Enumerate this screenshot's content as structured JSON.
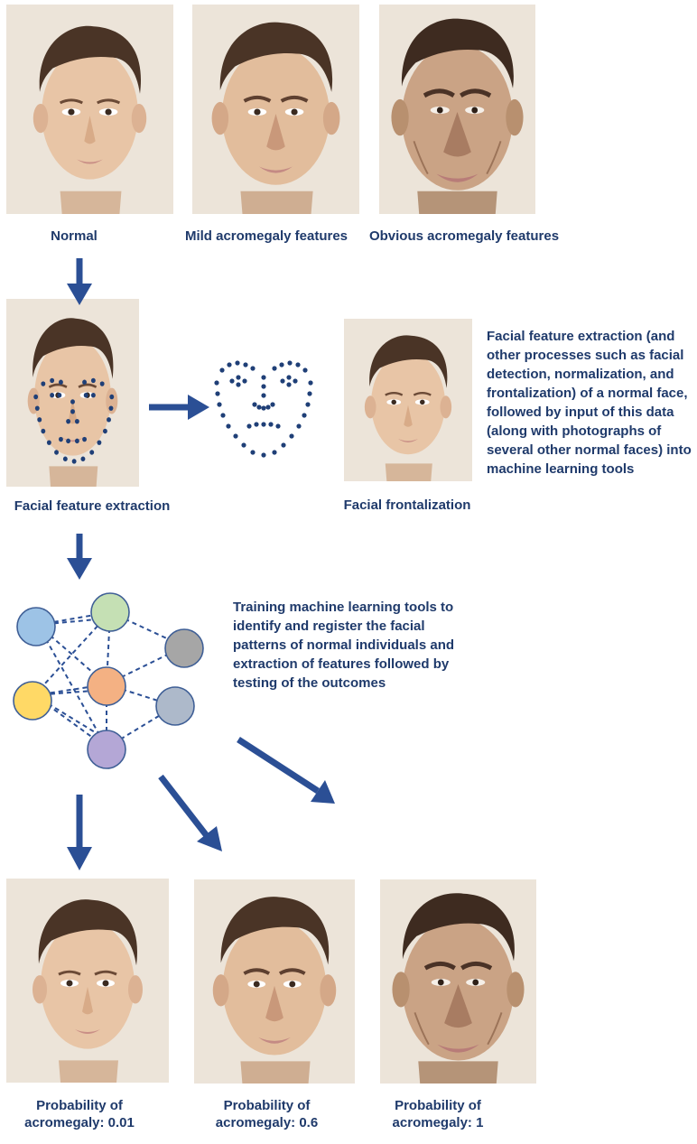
{
  "top_row": {
    "normal_label": "Normal",
    "mild_label": "Mild acromegaly features",
    "obvious_label": "Obvious acromegaly features"
  },
  "extraction": {
    "label": "Facial feature extraction",
    "frontalization_label": "Facial frontalization",
    "description": "Facial feature extraction (and other processes such as facial detection, normalization, and frontalization) of a normal face, followed by input of this data (along with photographs of several other normal faces) into machine learning tools"
  },
  "training": {
    "description": "Training machine learning tools to identify and register the facial patterns of normal individuals and extraction of features followed by testing of the outcomes",
    "node_colors": [
      "#9dc3e6",
      "#c5e0b4",
      "#a6a6a6",
      "#f4b183",
      "#ffd966",
      "#adb9ca",
      "#b4a7d6"
    ]
  },
  "results": {
    "p1_line1": "Probability of",
    "p1_line2": "acromegaly: 0.01",
    "p2_line1": "Probability of",
    "p2_line2": "acromegaly: 0.6",
    "p3_line1": "Probability of",
    "p3_line2": "acromegaly: 1"
  },
  "colors": {
    "text": "#1f3a6b",
    "arrow": "#2b4f95",
    "dots": "#1f3f77"
  }
}
